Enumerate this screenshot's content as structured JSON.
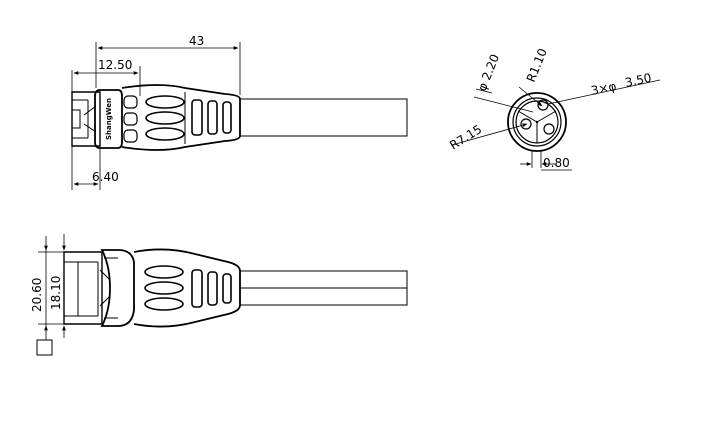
{
  "brand_text": "ShangWen",
  "top_view": {
    "overall_length": "43",
    "head_length": "12.50",
    "tip_length": "6.40"
  },
  "side_view": {
    "outer_height": "20.60",
    "inner_height": "18.10"
  },
  "end_view": {
    "pin_diameter": "φ 2.20",
    "radius_inner": "R1.10",
    "pin_spec": "3×φ",
    "pin_spec_value": "3.50",
    "radius_outer": "R7.15",
    "gap": "0.80"
  }
}
